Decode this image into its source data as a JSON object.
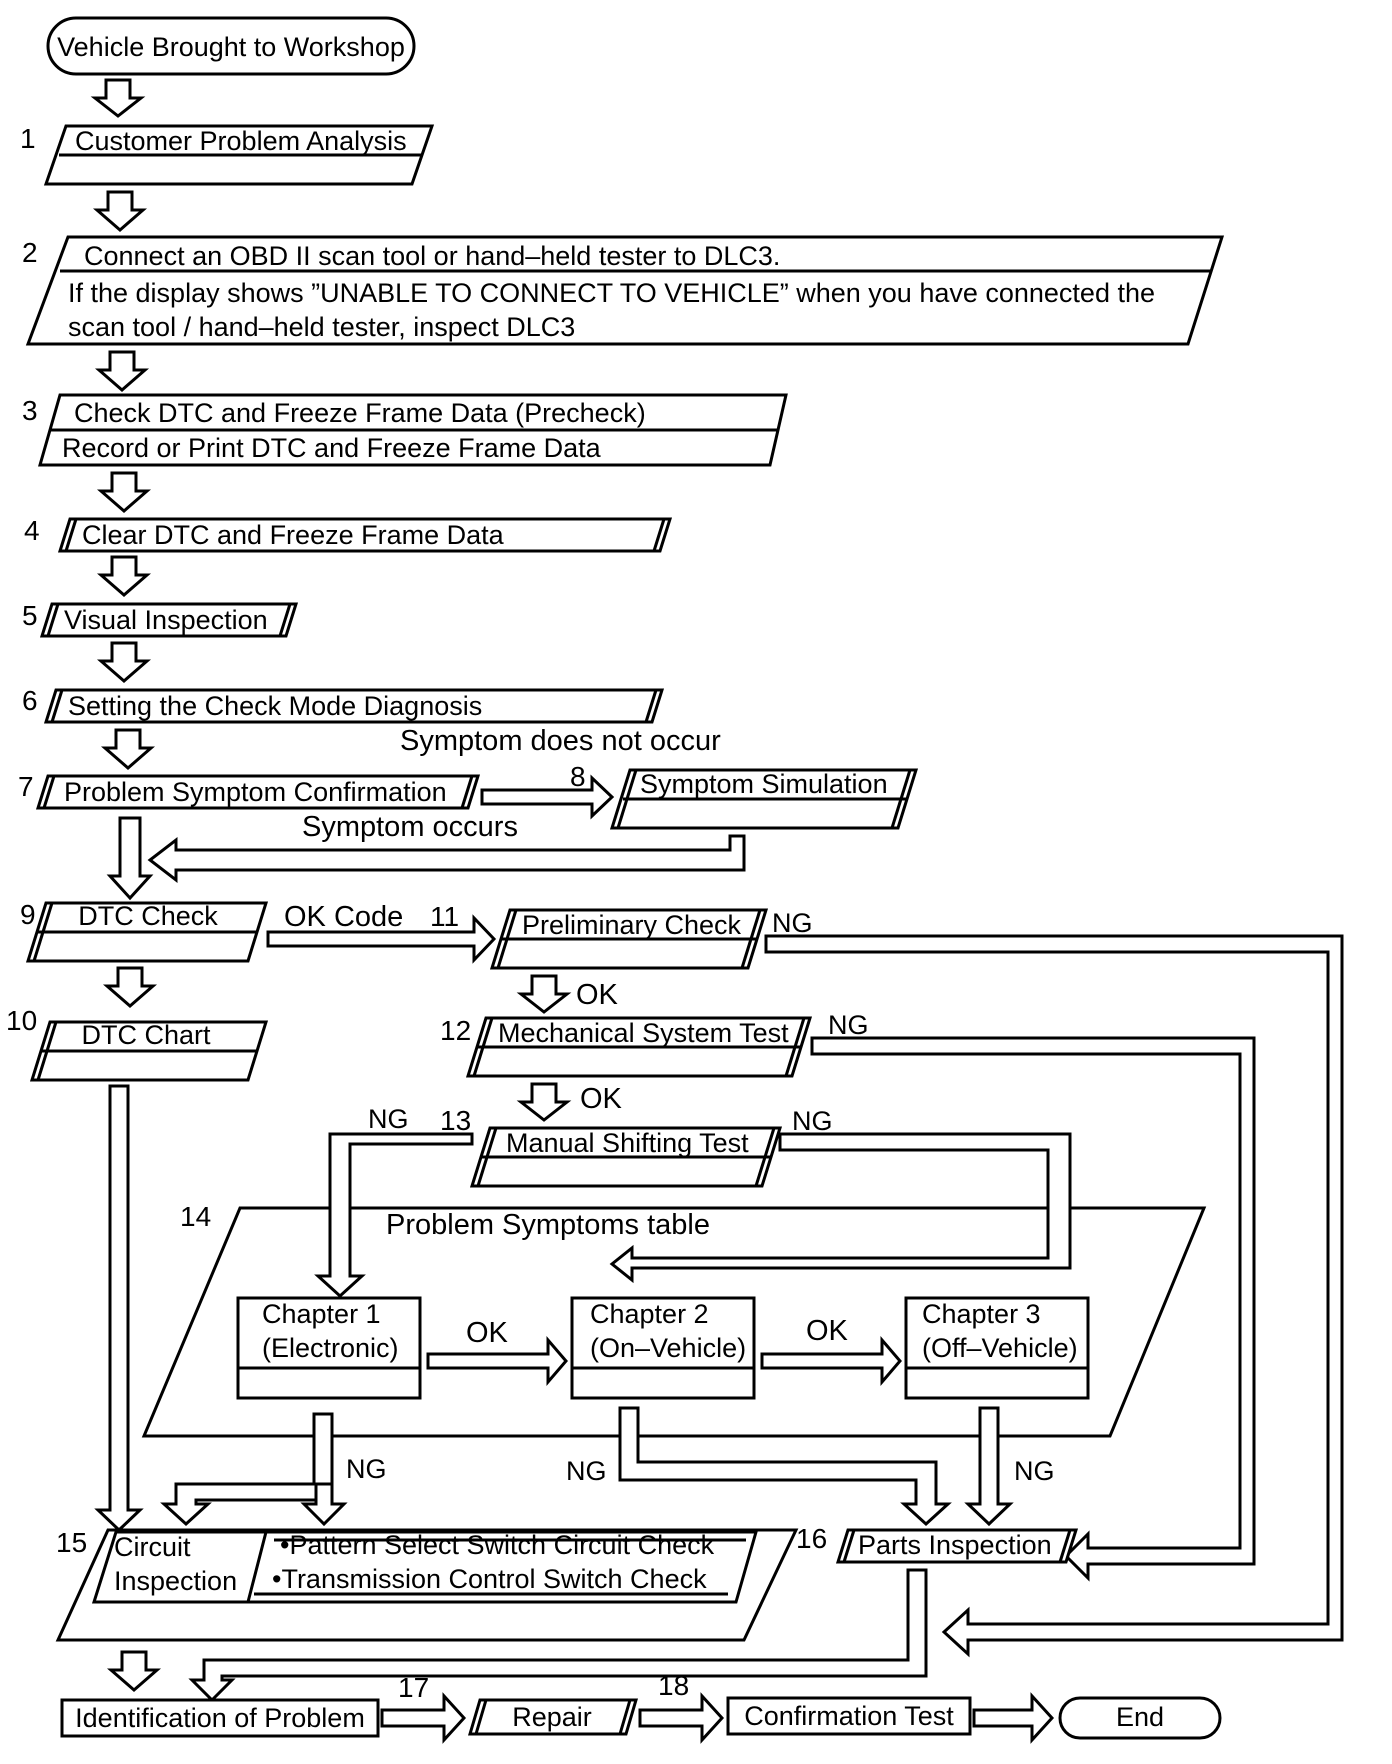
{
  "diagram": {
    "start": "Vehicle Brought to Workshop",
    "end": "End",
    "steps": [
      {
        "num": "1",
        "label": "Customer Problem Analysis"
      },
      {
        "num": "2",
        "line1": "Connect an OBD II scan tool or hand–held tester to DLC3.",
        "line2": "If the display shows ”UNABLE TO CONNECT TO VEHICLE” when you have connected the",
        "line3": "scan tool / hand–held tester, inspect DLC3"
      },
      {
        "num": "3",
        "line1": "Check DTC and Freeze Frame Data (Precheck)",
        "line2": "Record or Print DTC and Freeze Frame Data"
      },
      {
        "num": "4",
        "label": "Clear DTC and Freeze Frame Data"
      },
      {
        "num": "5",
        "label": "Visual Inspection"
      },
      {
        "num": "6",
        "label": "Setting the Check Mode Diagnosis"
      },
      {
        "num": "7",
        "label": "Problem Symptom Confirmation"
      },
      {
        "num": "8",
        "label": "Symptom Simulation"
      },
      {
        "num": "9",
        "label": "DTC Check"
      },
      {
        "num": "10",
        "label": "DTC Chart"
      },
      {
        "num": "11",
        "label": "Preliminary Check"
      },
      {
        "num": "12",
        "label": "Mechanical System Test"
      },
      {
        "num": "13",
        "label": "Manual Shifting Test"
      },
      {
        "num": "14",
        "label": "Problem Symptoms table"
      },
      {
        "num": "15",
        "line1": "Circuit",
        "line2": "Inspection",
        "bullet1": "•Pattern Select Switch Circuit Check",
        "bullet2": "•Transmission Control Switch Check"
      },
      {
        "num": "16",
        "label": "Parts Inspection"
      },
      {
        "num": "17",
        "label": "Repair"
      },
      {
        "num": "18",
        "label": "Confirmation Test"
      }
    ],
    "identification": "Identification of Problem",
    "chapters": [
      {
        "line1": "Chapter 1",
        "line2": "(Electronic)"
      },
      {
        "line1": "Chapter 2",
        "line2": "(On–Vehicle)"
      },
      {
        "line1": "Chapter 3",
        "line2": "(Off–Vehicle)"
      }
    ],
    "labels": {
      "symptom_not_occur": "Symptom does not occur",
      "symptom_occurs": "Symptom occurs",
      "ok_code": "OK Code",
      "ok": "OK",
      "ng": "NG"
    }
  }
}
